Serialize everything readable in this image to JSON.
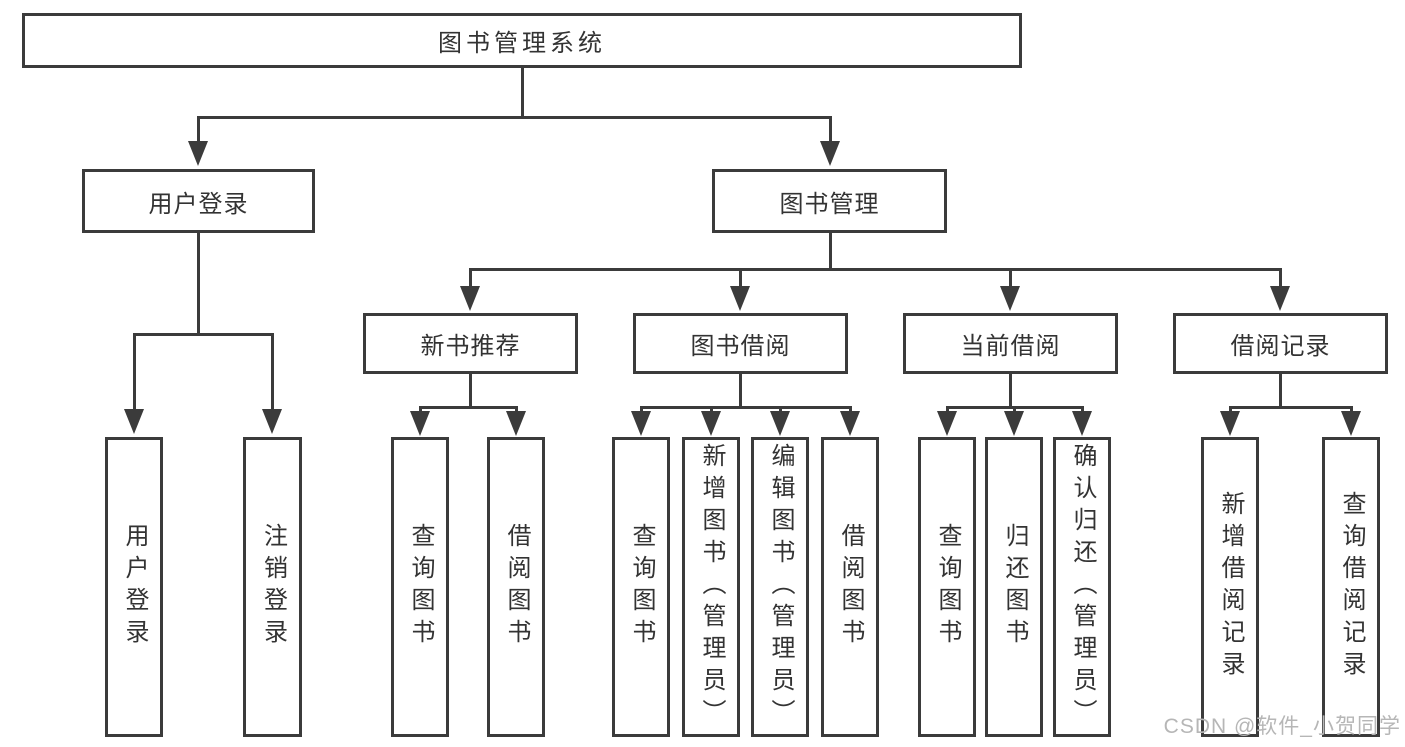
{
  "diagram": {
    "root": {
      "label": "图书管理系统"
    },
    "level2": [
      {
        "label": "用户登录"
      },
      {
        "label": "图书管理"
      }
    ],
    "level3": [
      {
        "label": "新书推荐"
      },
      {
        "label": "图书借阅"
      },
      {
        "label": "当前借阅"
      },
      {
        "label": "借阅记录"
      }
    ],
    "leaves": {
      "login": [
        {
          "label": "用户登录"
        },
        {
          "label": "注销登录"
        }
      ],
      "newbook": [
        {
          "label": "查询图书"
        },
        {
          "label": "借阅图书"
        }
      ],
      "borrow": [
        {
          "label": "查询图书"
        },
        {
          "label": "新增图书（管理员）"
        },
        {
          "label": "编辑图书（管理员）"
        },
        {
          "label": "借阅图书"
        }
      ],
      "current": [
        {
          "label": "查询图书"
        },
        {
          "label": "归还图书"
        },
        {
          "label": "确认归还（管理员）"
        }
      ],
      "records": [
        {
          "label": "新增借阅记录"
        },
        {
          "label": "查询借阅记录"
        }
      ]
    }
  },
  "colors": {
    "line": "#3b3b3b",
    "text": "#333333",
    "watermark": "#b6b6b6",
    "background": "#ffffff"
  },
  "watermark": {
    "text": "CSDN @软件_小贺同学"
  }
}
